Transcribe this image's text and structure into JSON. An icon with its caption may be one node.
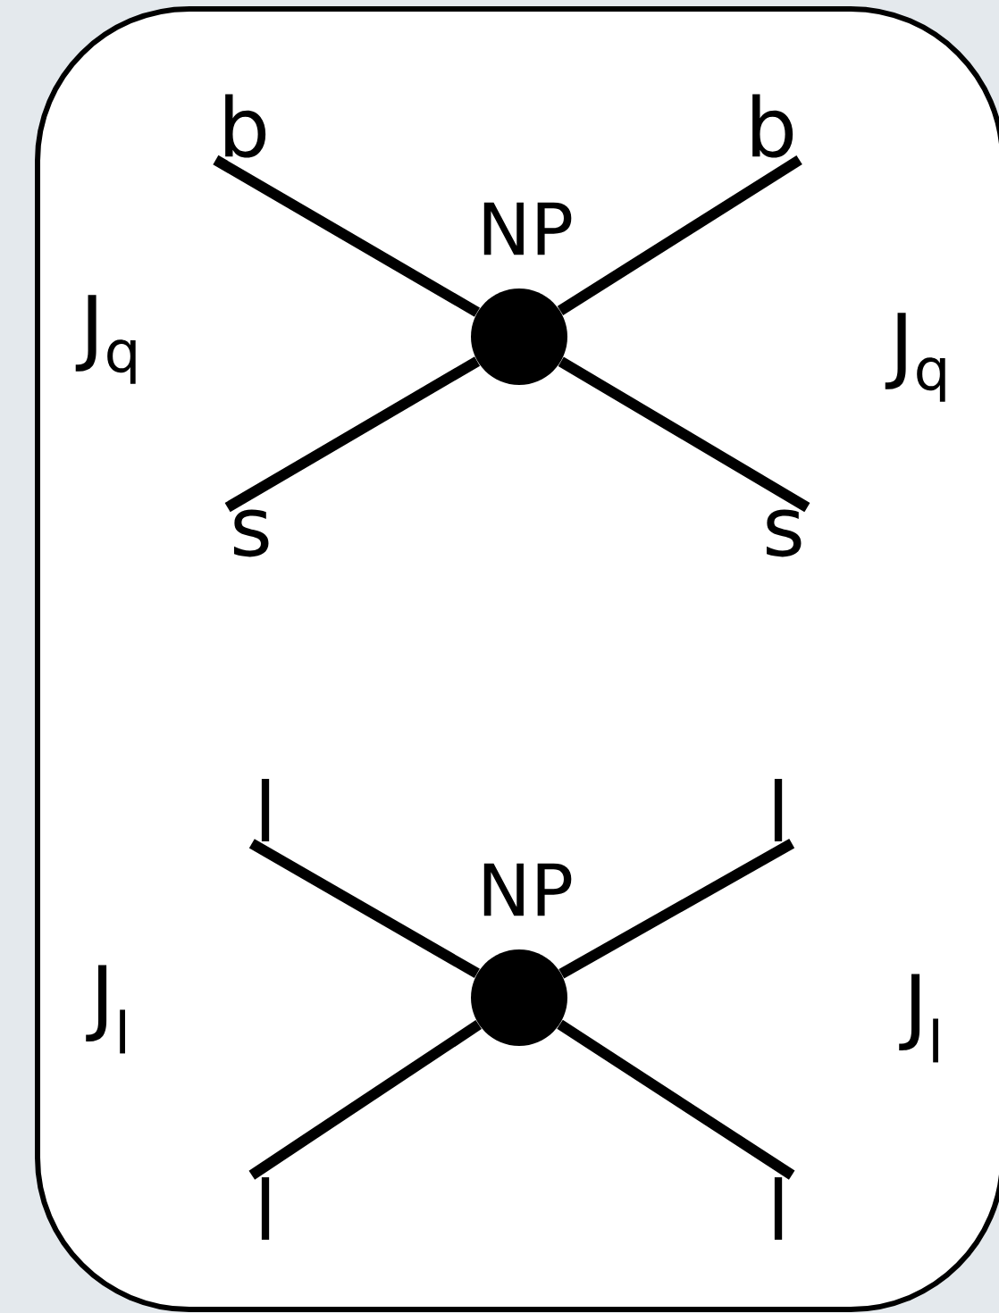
{
  "diagram": {
    "nodes": [
      {
        "text": [],
        "shape": "box"
      },
      {
        "text": [],
        "shape": "circle",
        "beside": [
          "NP"
        ],
        "in": 0
      },
      {
        "text": [
          "b"
        ],
        "in": 0
      },
      {
        "text": [
          "b"
        ],
        "in": 0
      },
      {
        "text": [
          "s"
        ],
        "in": 0
      },
      {
        "text": [
          "s"
        ],
        "in": 0
      },
      {
        "text": [],
        "shape": "circle",
        "beside": [
          "NP"
        ],
        "in": 0
      },
      {
        "text": [
          "l"
        ],
        "in": 0
      },
      {
        "text": [
          "l"
        ],
        "in": 0
      },
      {
        "text": [
          "l"
        ],
        "in": 0
      },
      {
        "text": [
          "l"
        ],
        "in": 0
      }
    ],
    "edges": [
      {
        "from": 1,
        "to": 2,
        "arrow": "none"
      },
      {
        "from": 1,
        "to": 3,
        "arrow": "none"
      },
      {
        "from": 1,
        "to": 4,
        "arrow": "none"
      },
      {
        "from": 1,
        "to": 5,
        "arrow": "none"
      },
      {
        "from": 6,
        "to": 7,
        "arrow": "none"
      },
      {
        "from": 6,
        "to": 8,
        "arrow": "none"
      },
      {
        "from": 6,
        "to": 9,
        "arrow": "none"
      },
      {
        "from": 6,
        "to": 10,
        "arrow": "none"
      }
    ],
    "labels": [
      "J$_{q}$",
      "J$_{q}$",
      "J$_{l}$",
      "J$_{l}$"
    ]
  }
}
